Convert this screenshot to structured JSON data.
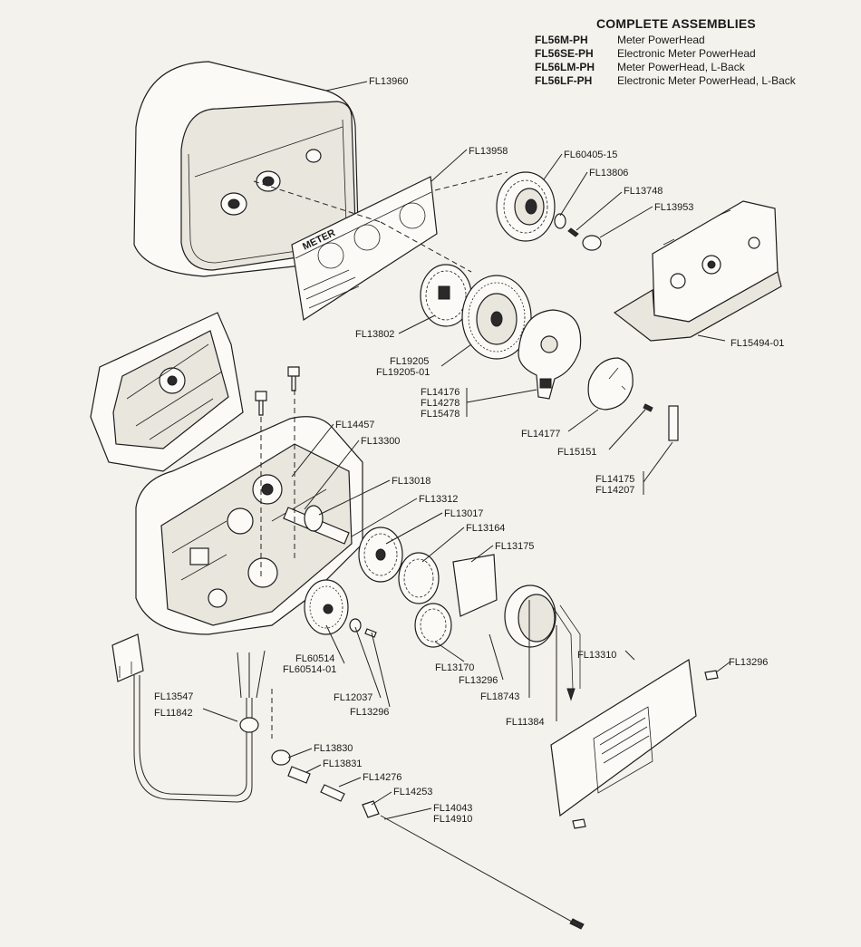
{
  "assemblies": {
    "heading": "COMPLETE ASSEMBLIES",
    "rows": [
      {
        "code": "FL56M-PH",
        "desc": "Meter PowerHead"
      },
      {
        "code": "FL56SE-PH",
        "desc": "Electronic Meter PowerHead"
      },
      {
        "code": "FL56LM-PH",
        "desc": "Meter PowerHead, L-Back"
      },
      {
        "code": "FL56LF-PH",
        "desc": "Electronic Meter PowerHead, L-Back"
      }
    ]
  },
  "decal_text": "METER",
  "parts": {
    "fl13960": "FL13960",
    "fl13958": "FL13958",
    "fl60405": "FL60405-15",
    "fl13806": "FL13806",
    "fl13748": "FL13748",
    "fl13953": "FL13953",
    "fl13802": "FL13802",
    "fl19205": "FL19205",
    "fl19205_01": "FL19205-01",
    "fl15494": "FL15494-01",
    "fl14176": "FL14176",
    "fl14278": "FL14278",
    "fl15478": "FL15478",
    "fl14177": "FL14177",
    "fl15151": "FL15151",
    "fl14175": "FL14175",
    "fl14207": "FL14207",
    "fl14457": "FL14457",
    "fl13300": "FL13300",
    "fl13018": "FL13018",
    "fl13312": "FL13312",
    "fl13017": "FL13017",
    "fl13164": "FL13164",
    "fl13175": "FL13175",
    "fl60514": "FL60514",
    "fl60514_01": "FL60514-01",
    "fl13170": "FL13170",
    "fl13296_a": "FL13296",
    "fl12037": "FL12037",
    "fl13296_b": "FL13296",
    "fl18743": "FL18743",
    "fl13310": "FL13310",
    "fl13296_c": "FL13296",
    "fl11384": "FL11384",
    "fl13547": "FL13547",
    "fl11842": "FL11842",
    "fl13830": "FL13830",
    "fl13831": "FL13831",
    "fl14276": "FL14276",
    "fl14253": "FL14253",
    "fl14043": "FL14043",
    "fl14910": "FL14910"
  }
}
